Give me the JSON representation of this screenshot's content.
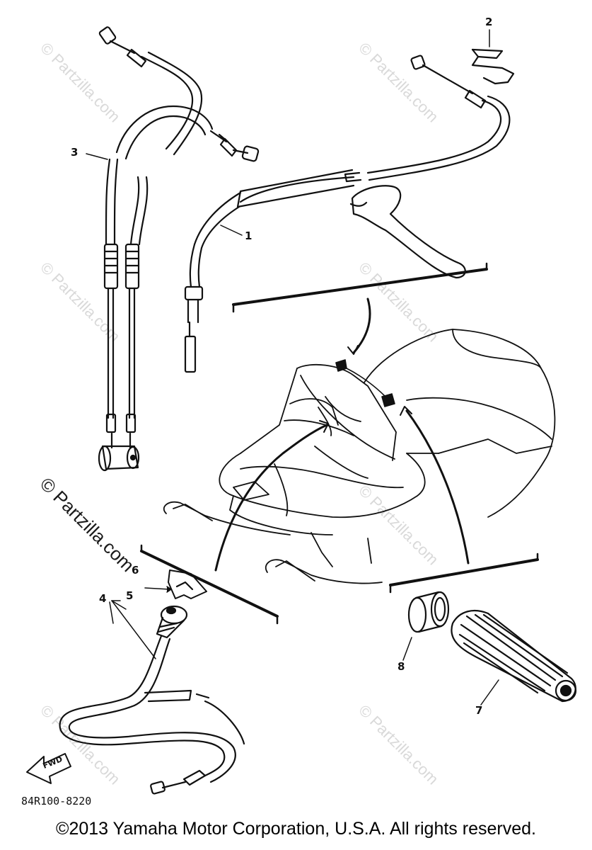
{
  "diagram": {
    "callouts": [
      "1",
      "2",
      "3",
      "4",
      "5",
      "6",
      "7",
      "8"
    ],
    "direction_label": "FWD",
    "drawing_code": "84R100-8220"
  },
  "watermark": {
    "text": "© Partzilla.com"
  },
  "footer": {
    "copyright": "©2013 Yamaha Motor Corporation, U.S.A. All rights reserved."
  }
}
